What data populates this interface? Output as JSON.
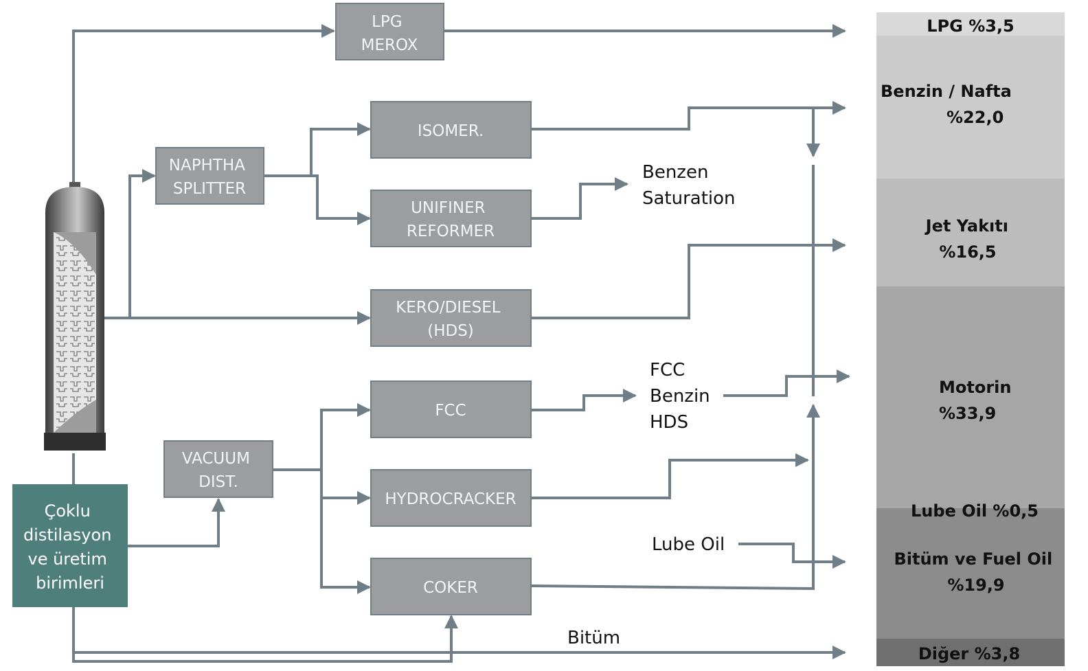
{
  "units": {
    "lpg_merox": [
      "LPG",
      "MEROX"
    ],
    "naphtha_splitter": [
      "NAPHTHA",
      "SPLITTER"
    ],
    "isomer": [
      "ISOMER."
    ],
    "unifiner_reformer": [
      "UNIFINER",
      "REFORMER"
    ],
    "kero_diesel": [
      "KERO/DIESEL",
      "(HDS)"
    ],
    "fcc": [
      "FCC"
    ],
    "vacuum_dist": [
      "VACUUM",
      "DIST."
    ],
    "hydrocracker": [
      "HYDROCRACKER"
    ],
    "coker": [
      "COKER"
    ]
  },
  "labels": {
    "benzen_saturation": [
      "Benzen",
      "Saturation"
    ],
    "fcc_benzin_hds": [
      "FCC",
      "Benzin",
      "HDS"
    ],
    "lube_oil": "Lube Oil",
    "bitum": "Bitüm"
  },
  "side_box": [
    "Çoklu",
    "distilasyon",
    "ve üretim",
    "birimleri"
  ],
  "products": [
    {
      "id": "lpg",
      "lines": [
        "LPG  %3,5"
      ],
      "color": "#d9d9d9"
    },
    {
      "id": "benzin",
      "lines": [
        "Benzin / Nafta",
        "%22,0"
      ],
      "color": "#cbcbcb"
    },
    {
      "id": "jet",
      "lines": [
        "Jet Yakıtı",
        "%16,5"
      ],
      "color": "#bcbcbc"
    },
    {
      "id": "motorin",
      "lines": [
        "Motorin",
        "%33,9"
      ],
      "color": "#a6a6a6"
    },
    {
      "id": "lube",
      "lines": [
        "Lube Oil %0,5"
      ],
      "color": "#a6a6a6"
    },
    {
      "id": "bitum",
      "lines": [
        "Bitüm ve Fuel Oil",
        "%19,9"
      ],
      "color": "#8c8c8c"
    },
    {
      "id": "diger",
      "lines": [
        "Diğer %3,8"
      ],
      "color": "#707070"
    }
  ],
  "colors": {
    "unit_fill": "#9b9d9f",
    "unit_stroke": "#6f7e87",
    "side_box": "#4f7f7b",
    "flow_line": "#6f7e87"
  }
}
